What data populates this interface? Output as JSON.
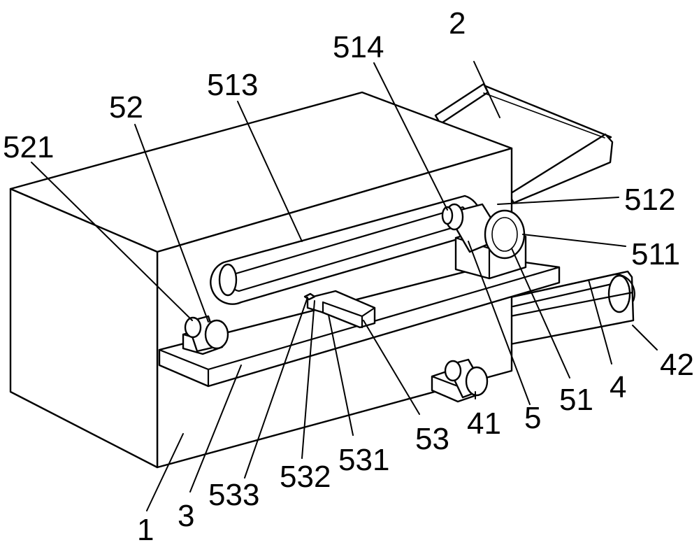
{
  "labels": {
    "l2": "2",
    "l514": "514",
    "l513": "513",
    "l52": "52",
    "l521": "521",
    "l512": "512",
    "l511": "511",
    "l42": "42",
    "l51": "51",
    "l4": "4",
    "l5": "5",
    "l41": "41",
    "l53": "53",
    "l531": "531",
    "l532": "532",
    "l533": "533",
    "l3": "3",
    "l1": "1"
  }
}
